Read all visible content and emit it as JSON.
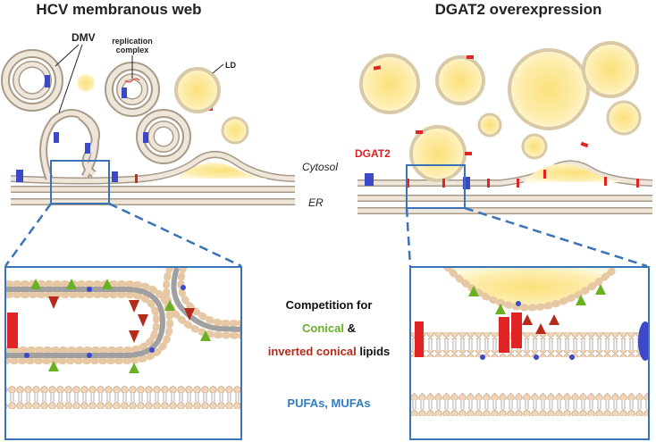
{
  "titles": {
    "left": "HCV membranous web",
    "right": "DGAT2 overexpression"
  },
  "labels": {
    "dmv": "DMV",
    "replication_line1": "replication",
    "replication_line2": "complex",
    "ld": "LD",
    "dgat2": "DGAT2",
    "cytosol": "Cytosol",
    "er": "ER"
  },
  "center_text": {
    "competition": "Competition for",
    "conical": "Conical",
    "ampersand": " &",
    "inverted": "inverted conical",
    "lipids": " lipids",
    "fatty_acids": "PUFAs, MUFAs"
  },
  "colors": {
    "conical": "#6ab023",
    "inverted": "#b52a1a",
    "fatty_acids": "#2e7cc1",
    "protein": "#3b49c8",
    "dgat2": "#e02424",
    "box": "#3a73b8",
    "lipid_droplet": "#fbe07a"
  }
}
